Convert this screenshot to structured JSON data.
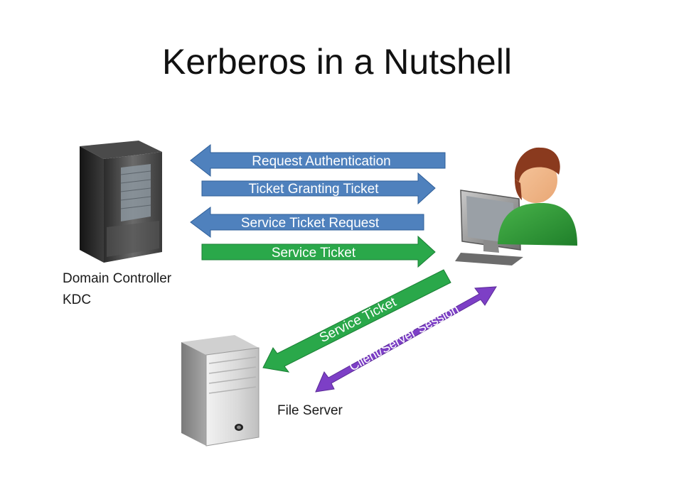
{
  "title": "Kerberos in a Nutshell",
  "colors": {
    "blue_arrow": "#4f81bd",
    "green_arrow": "#2aa84a",
    "purple_arrow": "#7d3fc6",
    "arrow_text": "#ffffff"
  },
  "nodes": {
    "domain_controller": {
      "line1": "Domain Controller",
      "line2": "KDC",
      "icon": "server-tower-icon"
    },
    "client": {
      "icon": "user-at-computer-icon"
    },
    "file_server": {
      "label": "File Server",
      "icon": "file-server-icon"
    }
  },
  "arrows": {
    "request_authentication": "Request Authentication",
    "ticket_granting_ticket": "Ticket Granting Ticket",
    "service_ticket_request": "Service Ticket Request",
    "service_ticket": "Service Ticket",
    "service_ticket_to_server": "Service Ticket",
    "client_server_session": "Client/Server Session"
  }
}
